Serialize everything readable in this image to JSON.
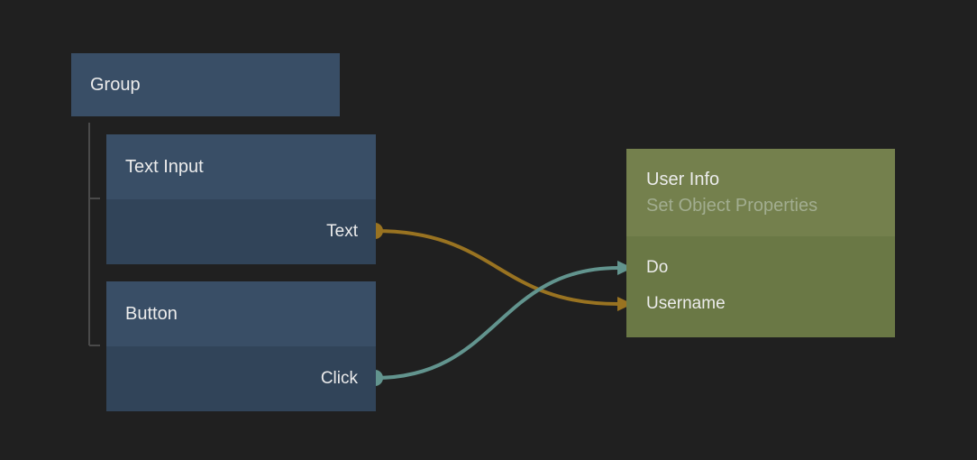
{
  "colors": {
    "background": "#202020",
    "node_blue_header": "#394e66",
    "node_blue_body": "#314459",
    "node_olive_header": "#74804d",
    "node_olive_body": "#6a7845",
    "wire_orange": "#997321",
    "wire_teal": "#62948e",
    "subtitle": "#a2ad90",
    "text": "#ececec",
    "bracket": "#4a4a4a"
  },
  "nodes": {
    "group": {
      "title": "Group"
    },
    "text_input": {
      "title": "Text Input",
      "outputs": [
        {
          "label": "Text",
          "port_color": "#997321"
        }
      ]
    },
    "button": {
      "title": "Button",
      "outputs": [
        {
          "label": "Click",
          "port_color": "#62948e"
        }
      ]
    },
    "user_info": {
      "title": "User Info",
      "subtitle": "Set Object Properties",
      "inputs": [
        {
          "label": "Do"
        },
        {
          "label": "Username"
        }
      ]
    }
  },
  "connections": [
    {
      "from_node": "Text Input",
      "from_port": "Text",
      "to_node": "User Info",
      "to_port": "Username",
      "color": "#997321"
    },
    {
      "from_node": "Button",
      "from_port": "Click",
      "to_node": "User Info",
      "to_port": "Do",
      "color": "#62948e"
    }
  ]
}
